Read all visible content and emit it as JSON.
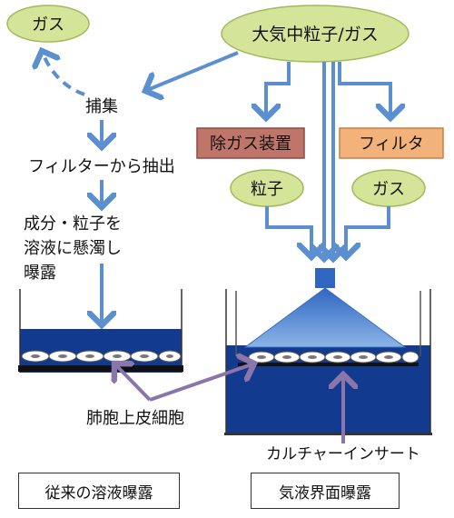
{
  "nodes": {
    "source": "大気中粒子/ガス",
    "gas_escape": "ガス",
    "capture": "捕集",
    "extract": "フィルターから抽出",
    "suspend_line1": "成分・粒子を",
    "suspend_line2": "溶液に懸濁し",
    "suspend_line3": "曝露",
    "degasser": "除ガス装置",
    "filter": "フィルタ",
    "particles": "粒子",
    "gas": "ガス",
    "alveolar_cells": "肺胞上皮細胞",
    "culture_insert": "カルチャーインサート"
  },
  "panels": {
    "left_title": "従来の溶液曝露",
    "right_title": "気液界面曝露"
  },
  "colors": {
    "ellipse_fill": "#d4e59a",
    "ellipse_stroke": "#a3b85c",
    "arrow_blue": "#5b8fd0",
    "arrow_purple": "#8a76a8",
    "medium_blue": "#123a8e",
    "degasser_fill": "#c0756b",
    "filter_fill": "#f2b27a",
    "nozzle_fill": "#6a98d6"
  }
}
